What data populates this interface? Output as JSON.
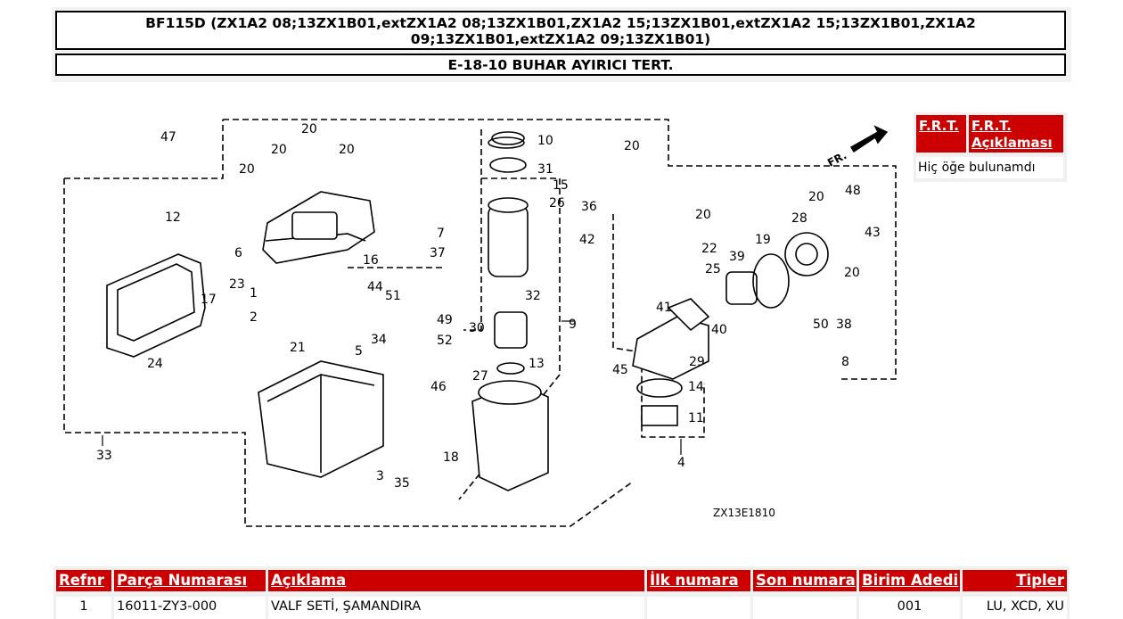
{
  "header": {
    "model_title": "BF115D (ZX1A2 08;13ZX1B01,extZX1A2 08;13ZX1B01,ZX1A2 15;13ZX1B01,extZX1A2 15;13ZX1B01,ZX1A2 09;13ZX1B01,extZX1A2 09;13ZX1B01)",
    "section_title": "E-18-10 BUHAR AYIRICI TERT."
  },
  "frt_table": {
    "col1": "F.R.T.",
    "col2": "F.R.T. Açıklaması",
    "empty_message": "Hiç öğe bulunamdı"
  },
  "diagram": {
    "code": "ZX13E1810",
    "direction_label": "FR.",
    "callouts": [
      "1",
      "2",
      "3",
      "4",
      "5",
      "6",
      "7",
      "8",
      "9",
      "10",
      "11",
      "12",
      "13",
      "14",
      "15",
      "16",
      "17",
      "18",
      "19",
      "20",
      "21",
      "22",
      "23",
      "24",
      "25",
      "26",
      "27",
      "28",
      "29",
      "30",
      "31",
      "32",
      "33",
      "34",
      "35",
      "36",
      "37",
      "38",
      "39",
      "40",
      "41",
      "42",
      "43",
      "44",
      "45",
      "46",
      "47",
      "48",
      "49",
      "50",
      "51",
      "52"
    ]
  },
  "parts_table": {
    "headers": [
      "Refnr",
      "Parça Numarası",
      "Açıklama",
      "İlk numara",
      "Son numara",
      "Birim Adedi",
      "Tipler"
    ],
    "rows": [
      {
        "refnr": "1",
        "part_number": "16011-ZY3-000",
        "description": "VALF SETİ, ŞAMANDIRA",
        "first": "",
        "last": "",
        "qty": "001",
        "types": "LU, XCD, XU"
      }
    ]
  }
}
